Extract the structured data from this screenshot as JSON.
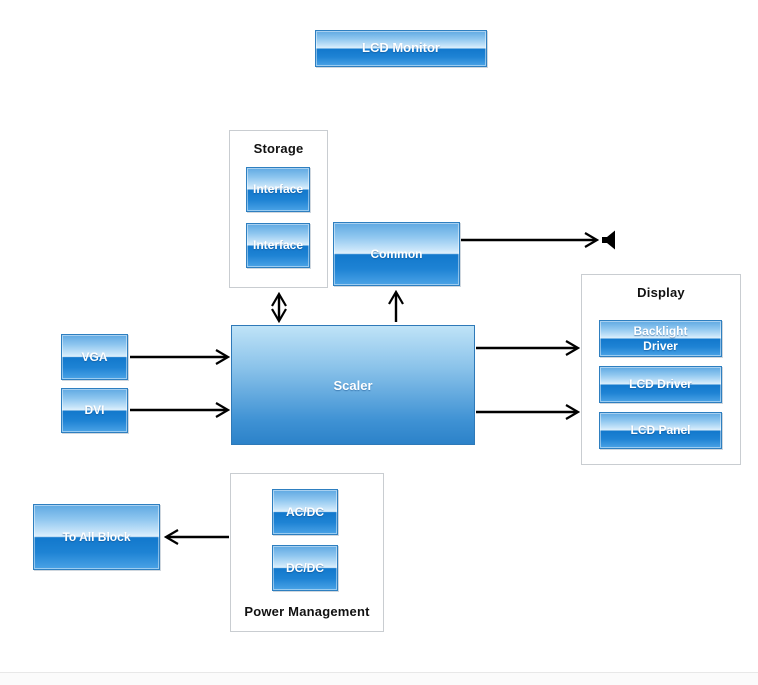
{
  "diagram": {
    "title_block": "LCD Monitor",
    "storage_group": {
      "title": "Storage",
      "interface_1": "Interface",
      "interface_2": "Interface"
    },
    "common_block": "Common",
    "scaler_block": "Scaler",
    "vga_block": "VGA",
    "dvi_block": "DVI",
    "display_group": {
      "title": "Display",
      "backlight_driver": "Backlight Driver",
      "lcd_driver": "LCD Driver",
      "lcd_panel": "LCD Panel"
    },
    "power_group": {
      "title": "Power Management",
      "ac_dc": "AC/DC",
      "dc_dc": "DC/DC"
    },
    "to_all_block": "To All Block"
  },
  "icons": {
    "speaker": "speaker-icon"
  },
  "colors": {
    "glossy_top": "#5fa9e2",
    "glossy_highlight": "#dff0fc",
    "glossy_bottom_dark": "#1278cc",
    "glossy_bottom_light": "#4ba3e6",
    "block_border": "#2e7fc0",
    "scaler_top": "#bfe3f7",
    "scaler_bottom": "#2c82c9",
    "group_border": "#c9cdd1",
    "arrow": "#000000",
    "divider": "#e8e8e8"
  }
}
